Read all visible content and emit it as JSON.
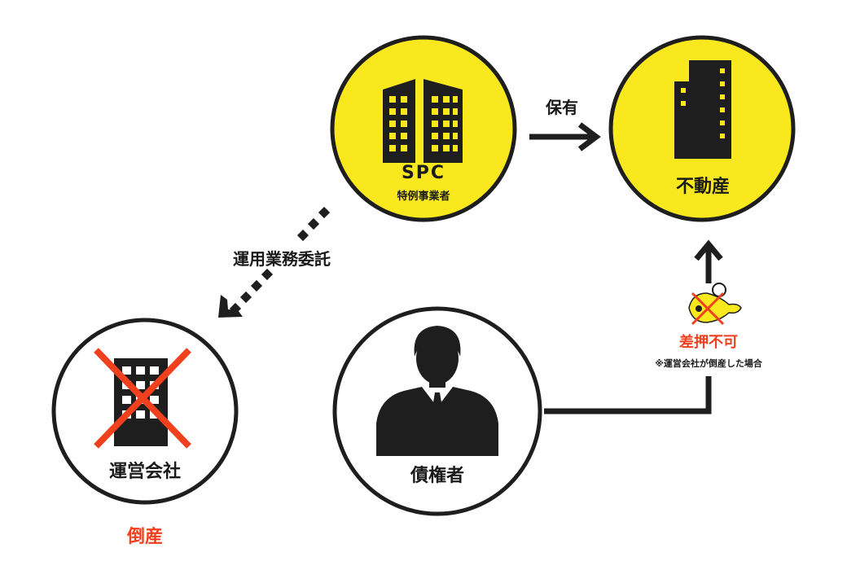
{
  "colors": {
    "yellow": "#f9e81e",
    "dark": "#1e1e1e",
    "red": "#f0401e",
    "white": "#ffffff"
  },
  "nodes": {
    "spc": {
      "title": "SPC",
      "subtitle": "特例事業者",
      "icon": "office-towers-icon"
    },
    "property": {
      "label": "不動産",
      "icon": "building-icon"
    },
    "operator": {
      "label": "運営会社",
      "status": "倒産",
      "icon": "crossed-building-icon"
    },
    "creditor": {
      "label": "債権者",
      "icon": "businessman-icon"
    }
  },
  "edges": {
    "spc_to_property": {
      "label": "保有",
      "style": "solid"
    },
    "spc_to_operator": {
      "label": "運用業務委託",
      "style": "dotted"
    },
    "creditor_to_property": {
      "label": "差押不可",
      "note": "※運営会社が倒産した場合",
      "style": "blocked"
    }
  }
}
